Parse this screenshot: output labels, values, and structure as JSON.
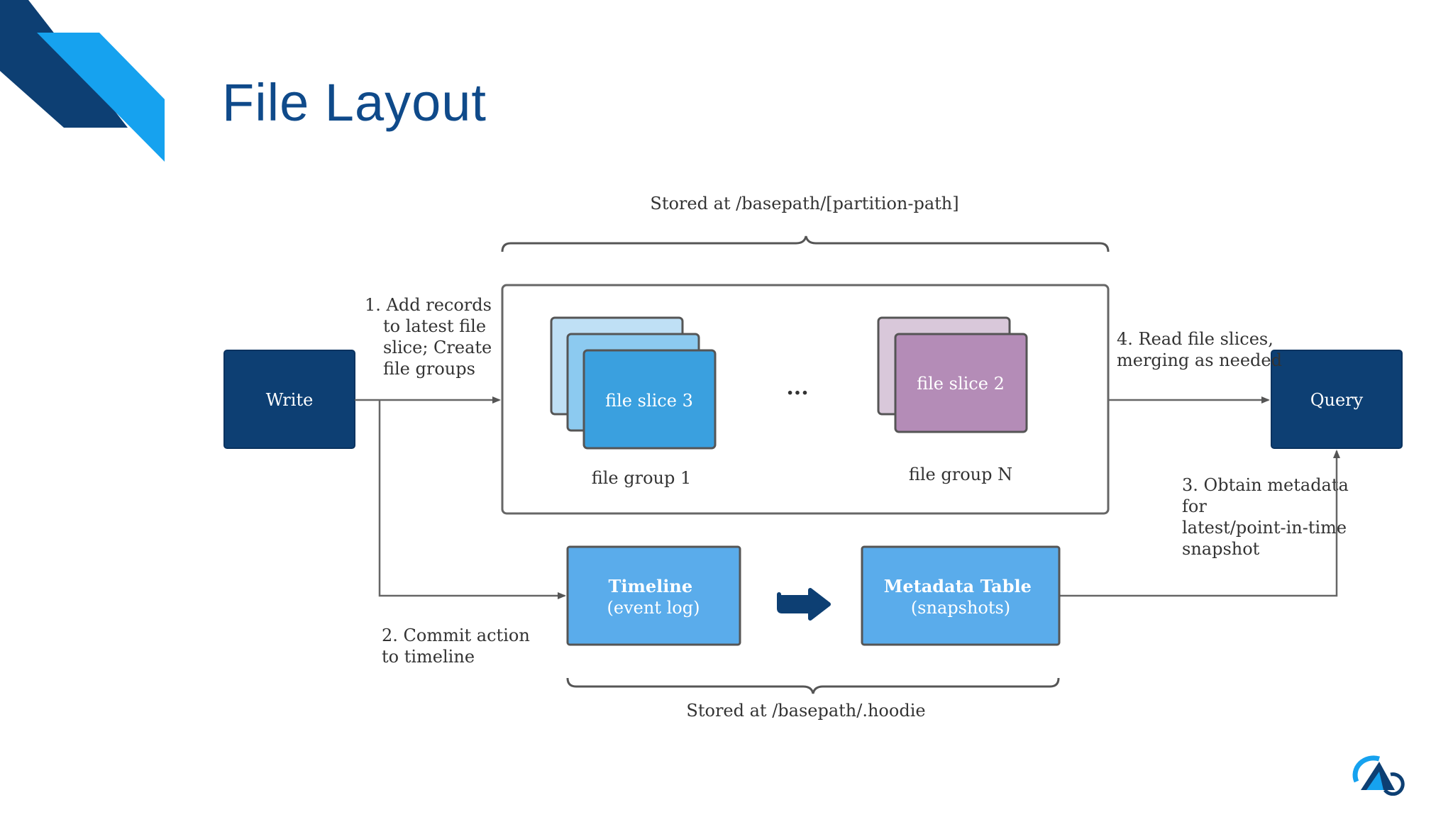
{
  "slide": {
    "title": "File Layout"
  },
  "colors": {
    "navy": "#0d3f73",
    "accent_blue": "#16a2ef",
    "blue_light": "#a9d6f2",
    "blue_mid": "#7fc1ec",
    "blue_dark": "#3fa0dd",
    "purple_light": "#d4c2d6",
    "purple_mid": "#b58eb8",
    "metadata_blue": "#5aaceb"
  },
  "diagram": {
    "partition_brace_label": "Stored at /basepath/[partition-path]",
    "hoodie_brace_label": "Stored at /basepath/.hoodie",
    "write_label": "Write",
    "query_label": "Query",
    "step1_lines": [
      "1. Add records",
      "to latest file",
      "slice; Create",
      "file groups"
    ],
    "step2_lines": [
      "2. Commit action",
      "to timeline"
    ],
    "step3_lines": [
      "3. Obtain metadata",
      "for",
      "latest/point-in-time",
      "snapshot"
    ],
    "step4_lines": [
      "4. Read file slices,",
      "merging as needed"
    ],
    "file_group_1": {
      "slice_label": "file slice 3",
      "caption": "file group 1"
    },
    "ellipsis": "...",
    "file_group_n": {
      "slice_label": "file slice 2",
      "caption": "file group N"
    },
    "timeline": {
      "line1": "Timeline",
      "line2": "(event log)"
    },
    "metadata_table": {
      "line1": "Metadata Table",
      "line2": "(snapshots)"
    }
  },
  "logo": {
    "icon": "hudi-logo-icon"
  }
}
